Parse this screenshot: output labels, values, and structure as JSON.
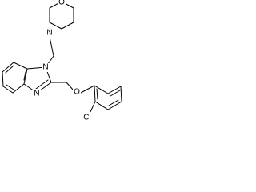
{
  "molecule": {
    "atoms": {
      "morpholine_o": "O",
      "morpholine_n": "N",
      "imidazole_n1": "N",
      "imidazole_n3": "N",
      "ether_o": "O",
      "chlorine": "Cl"
    }
  }
}
